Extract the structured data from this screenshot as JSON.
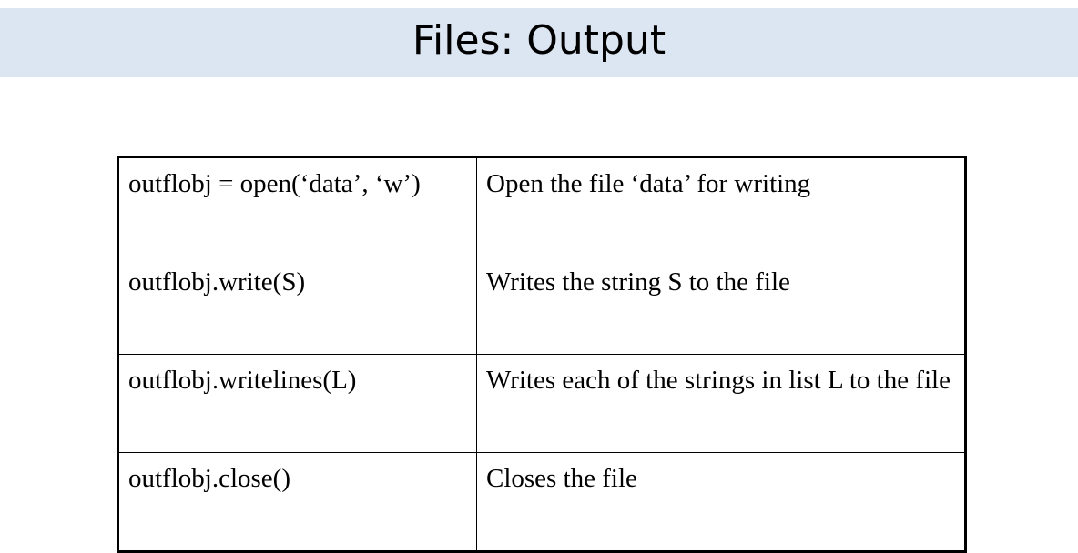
{
  "slide": {
    "title": "Files: Output"
  },
  "table": {
    "rows": [
      {
        "method": "outflobj = open(‘data’,  ‘w’)",
        "description": "Open the file ‘data’ for writing"
      },
      {
        "method": "outflobj.write(S)",
        "description": "Writes the string S to the file"
      },
      {
        "method": "outflobj.writelines(L)",
        "description": "Writes each of the strings in list L to the file"
      },
      {
        "method": "outflobj.close()",
        "description": "Closes the file"
      }
    ]
  },
  "colors": {
    "title_background": "#dce6f2",
    "text": "#000000",
    "border": "#000000"
  }
}
